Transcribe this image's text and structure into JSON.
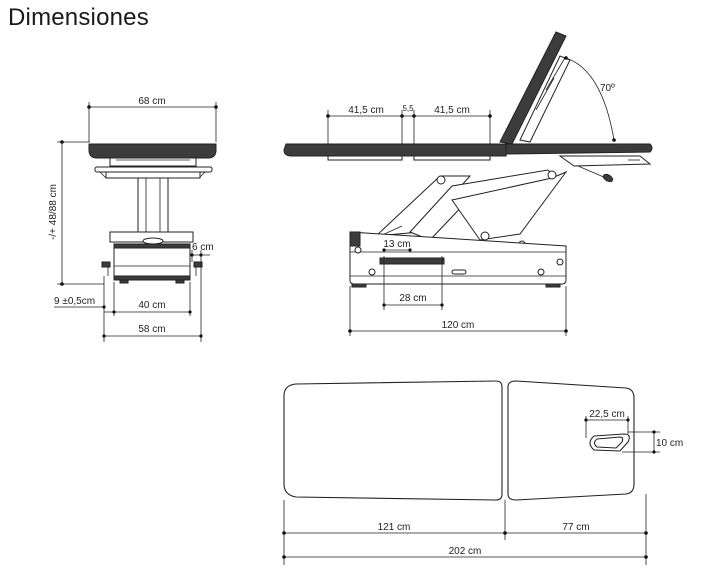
{
  "title": "Dimensiones",
  "front_view": {
    "width_top": "68 cm",
    "height": "-/+ 48/88 cm",
    "side_offset": "6 cm",
    "floor_clearance": "9 ±0,5cm",
    "base_inner": "40 cm",
    "base_outer": "58 cm"
  },
  "side_view": {
    "seg_left": "41,5 cm",
    "seg_gap": "5,5",
    "seg_right": "41,5 cm",
    "backrest_angle": "70º",
    "base_detail": "13 cm",
    "base_inner": "28 cm",
    "base_length": "120 cm"
  },
  "top_view": {
    "face_hole_width": "22,5 cm",
    "face_hole_height": "10 cm",
    "body_length": "121 cm",
    "head_length": "77 cm",
    "total_length": "202 cm"
  }
}
